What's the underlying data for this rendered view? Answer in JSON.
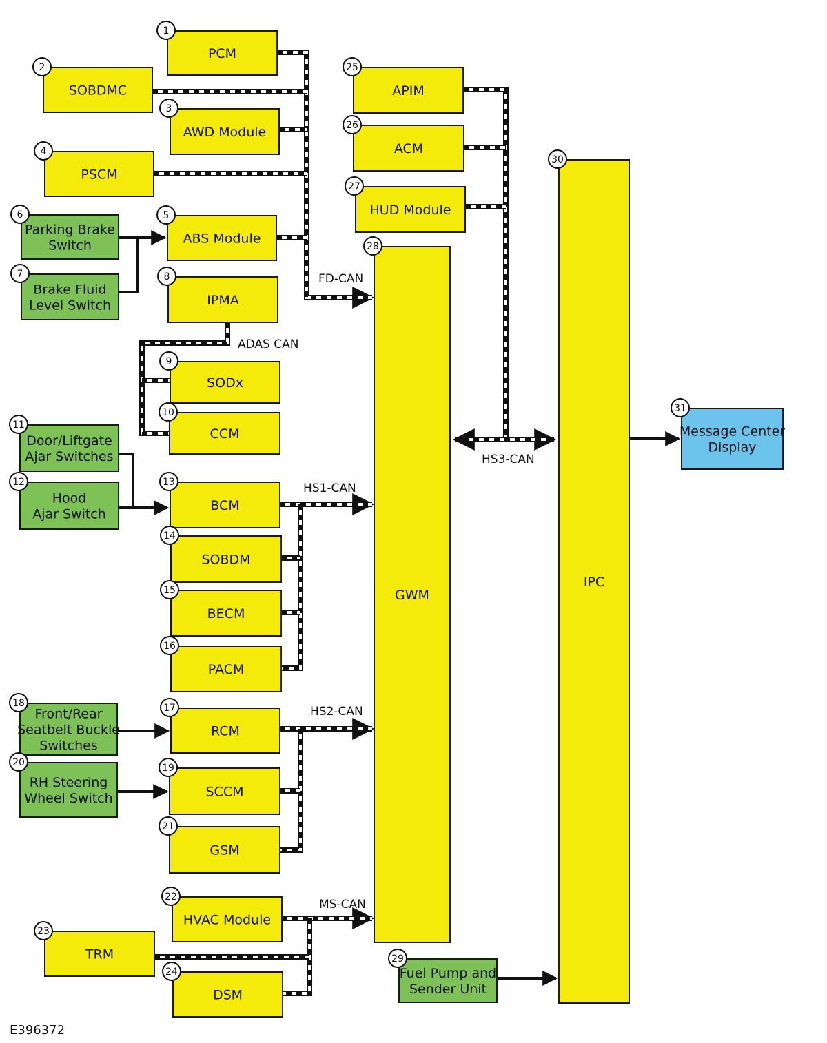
{
  "colors": {
    "module": "#F5EB0A",
    "switch": "#7DC157",
    "display": "#6CC3EC",
    "outline": "#1a1a1a",
    "bus": "#111111"
  },
  "modules": {
    "pcm": {
      "num": "1",
      "lines": [
        "PCM"
      ]
    },
    "sobdmc": {
      "num": "2",
      "lines": [
        "SOBDMC"
      ]
    },
    "awd": {
      "num": "3",
      "lines": [
        "AWD Module"
      ]
    },
    "pscm": {
      "num": "4",
      "lines": [
        "PSCM"
      ]
    },
    "abs": {
      "num": "5",
      "lines": [
        "ABS Module"
      ]
    },
    "pbs": {
      "num": "6",
      "lines": [
        "Parking Brake",
        "Switch"
      ]
    },
    "bfl": {
      "num": "7",
      "lines": [
        "Brake Fluid",
        "Level Switch"
      ]
    },
    "ipma": {
      "num": "8",
      "lines": [
        "IPMA"
      ]
    },
    "sodx": {
      "num": "9",
      "lines": [
        "SODx"
      ]
    },
    "ccm": {
      "num": "10",
      "lines": [
        "CCM"
      ]
    },
    "door": {
      "num": "11",
      "lines": [
        "Door/Liftgate",
        "Ajar Switches"
      ]
    },
    "hood": {
      "num": "12",
      "lines": [
        "Hood",
        "Ajar Switch"
      ]
    },
    "bcm": {
      "num": "13",
      "lines": [
        "BCM"
      ]
    },
    "sobdm": {
      "num": "14",
      "lines": [
        "SOBDM"
      ]
    },
    "becm": {
      "num": "15",
      "lines": [
        "BECM"
      ]
    },
    "pacm": {
      "num": "16",
      "lines": [
        "PACM"
      ]
    },
    "rcm": {
      "num": "17",
      "lines": [
        "RCM"
      ]
    },
    "seatbelt": {
      "num": "18",
      "lines": [
        "Front/Rear",
        "Seatbelt Buckle",
        "Switches"
      ]
    },
    "sccm": {
      "num": "19",
      "lines": [
        "SCCM"
      ]
    },
    "rhsw": {
      "num": "20",
      "lines": [
        "RH Steering",
        "Wheel Switch"
      ]
    },
    "gsm": {
      "num": "21",
      "lines": [
        "GSM"
      ]
    },
    "hvac": {
      "num": "22",
      "lines": [
        "HVAC Module"
      ]
    },
    "trm": {
      "num": "23",
      "lines": [
        "TRM"
      ]
    },
    "dsm": {
      "num": "24",
      "lines": [
        "DSM"
      ]
    },
    "apim": {
      "num": "25",
      "lines": [
        "APIM"
      ]
    },
    "acm": {
      "num": "26",
      "lines": [
        "ACM"
      ]
    },
    "hud": {
      "num": "27",
      "lines": [
        "HUD Module"
      ]
    },
    "gwm": {
      "num": "28",
      "lines": [
        "GWM"
      ]
    },
    "fuel": {
      "num": "29",
      "lines": [
        "Fuel Pump and",
        "Sender Unit"
      ]
    },
    "ipc": {
      "num": "30",
      "lines": [
        "IPC"
      ]
    },
    "msgc": {
      "num": "31",
      "lines": [
        "Message Center",
        "Display"
      ]
    }
  },
  "bus_labels": {
    "fd_can": "FD-CAN",
    "adas_can": "ADAS CAN",
    "hs1_can": "HS1-CAN",
    "hs2_can": "HS2-CAN",
    "ms_can": "MS-CAN",
    "hs3_can": "HS3-CAN"
  },
  "figure_id": "E396372"
}
